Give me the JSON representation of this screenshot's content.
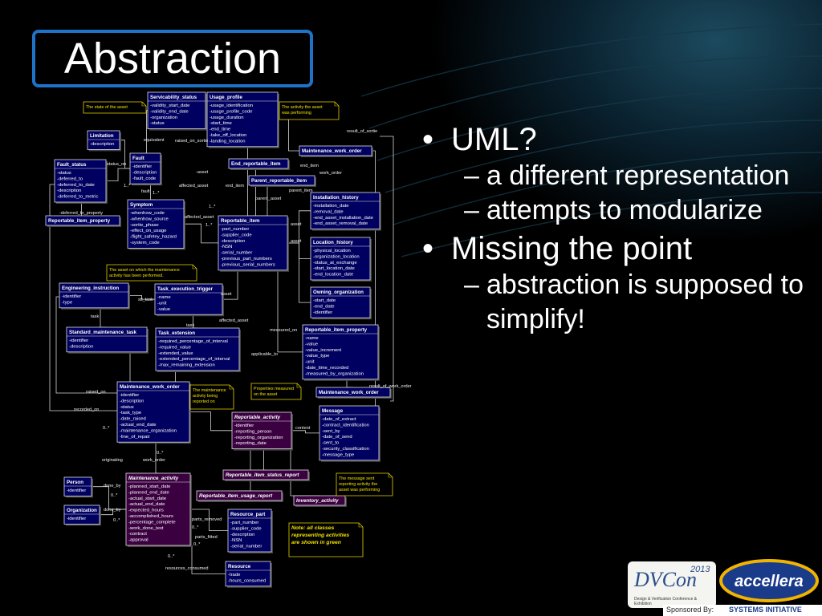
{
  "slide": {
    "title": "Abstraction",
    "bullets": [
      {
        "text": "UML?",
        "subs": [
          "a different representation",
          "attempts to modularize"
        ]
      },
      {
        "text": "Missing the point",
        "subs": [
          "abstraction is supposed to simplify!"
        ]
      }
    ]
  },
  "colors": {
    "accent": "#1e73c8",
    "background": "#000000",
    "diagram_box": "#000060",
    "purple_box": "#3a0040"
  },
  "diagram": {
    "classes": [
      {
        "id": "servicability",
        "title": "Servicability_status",
        "attrs": [
          "-validity_start_date",
          "-validity_end_date",
          "-organization",
          "-status"
        ]
      },
      {
        "id": "usage",
        "title": "Usage_profile",
        "attrs": [
          "-usage_identification",
          "-usage_profile_code",
          "-usage_duration",
          "-start_time",
          "-end_time",
          "-take_off_location",
          "-landing_location"
        ]
      },
      {
        "id": "limitation",
        "title": "Limitation",
        "attrs": [
          "-description"
        ]
      },
      {
        "id": "fault_status",
        "title": "Fault_status",
        "attrs": [
          "-status",
          "-deferred_to",
          "-deferred_to_date",
          "-description",
          "-deferred_to_metric"
        ]
      },
      {
        "id": "fault",
        "title": "Fault",
        "attrs": [
          "-identifier",
          "-description",
          "-fault_code"
        ]
      },
      {
        "id": "rip_small",
        "title": "Reportable_item_property",
        "attrs": []
      },
      {
        "id": "symptom",
        "title": "Symptom",
        "attrs": [
          "-whenhow_code",
          "-whenhow_source",
          "-sortie_phase",
          "-effect_on_usage",
          "-flight_safetey_hazard",
          "-system_code"
        ]
      },
      {
        "id": "mwo_top",
        "title": "Maintenance_work_order",
        "attrs": []
      },
      {
        "id": "end_rep",
        "title": "End_reportable_item",
        "attrs": []
      },
      {
        "id": "parent_rep",
        "title": "Parent_reportable_item",
        "attrs": []
      },
      {
        "id": "install",
        "title": "Installation_history",
        "attrs": [
          "-installation_date",
          "-removal_date",
          "-end_asset_installation_date",
          "-end_asset_removal_date"
        ]
      },
      {
        "id": "reportable",
        "title": "Reportable_item",
        "attrs": [
          "-part_number",
          "-supplier_code",
          "-description",
          "-NSN",
          "-serial_number",
          "-previous_part_numbers",
          "-previous_serial_numbers"
        ]
      },
      {
        "id": "location",
        "title": "Location_history",
        "attrs": [
          "-physical_location",
          "-organization_location",
          "-status_at_exchange",
          "-start_location_date",
          "-end_location_date"
        ]
      },
      {
        "id": "owning",
        "title": "Owning_organization",
        "attrs": [
          "-start_date",
          "-end_date",
          "-identifier"
        ]
      },
      {
        "id": "eng",
        "title": "Engineering_instruction",
        "attrs": [
          "-identifier",
          "-type"
        ]
      },
      {
        "id": "trigger",
        "title": "Task_execution_trigger",
        "attrs": [
          "-name",
          "-unit",
          "-value"
        ]
      },
      {
        "id": "std_task",
        "title": "Standard_maintenance_task",
        "attrs": [
          "-identifier",
          "-description"
        ]
      },
      {
        "id": "task_ext",
        "title": "Task_extension",
        "attrs": [
          "-required_percentage_of_interval",
          "-required_value",
          "-extended_value",
          "-extended_percentage_of_interval",
          "-max_remaining_extension"
        ]
      },
      {
        "id": "rip",
        "title": "Reportable_item_property",
        "attrs": [
          "-name",
          "-value",
          "-value_increment",
          "-value_type",
          "-unit",
          "-date_time_recorded",
          "-measured_by_organization"
        ]
      },
      {
        "id": "mwo",
        "title": "Maintenance_work_order",
        "attrs": [
          "-identifier",
          "-description",
          "-status",
          "-task_type",
          "-date_raised",
          "-actual_end_date",
          "-maintenance_organization",
          "-line_of_repair"
        ]
      },
      {
        "id": "mwo_small",
        "title": "Maintenance_work_order",
        "attrs": []
      },
      {
        "id": "rep_activity",
        "title": "Reportable_activity",
        "attrs": [
          "-identifier",
          "-reporting_person",
          "-reporting_organization",
          "-reporting_date"
        ]
      },
      {
        "id": "message",
        "title": "Message",
        "attrs": [
          "-date_of_extract",
          "-contract_identification",
          "-sent_by",
          "-date_of_send",
          "-sent_to",
          "-security_classification",
          "-message_type"
        ]
      },
      {
        "id": "status_report",
        "title": "Reportable_item_status_report",
        "attrs": []
      },
      {
        "id": "person",
        "title": "Person",
        "attrs": [
          "-identifier"
        ]
      },
      {
        "id": "maint_activity",
        "title": "Maintenance_activity",
        "attrs": [
          "-planned_start_date",
          "-planned_end_date",
          "-actual_start_date",
          "-actual_end_date",
          "-expected_hours",
          "-accomplished_hours",
          "-percentage_complete",
          "-work_done_text",
          "-contract",
          "-approval"
        ]
      },
      {
        "id": "usage_report",
        "title": "Reportable_item_usage_report",
        "attrs": []
      },
      {
        "id": "inventory",
        "title": "Inventory_activity",
        "attrs": []
      },
      {
        "id": "org",
        "title": "Organization",
        "attrs": [
          "-identifier"
        ]
      },
      {
        "id": "resource_part",
        "title": "Resource_part",
        "attrs": [
          "-part_number",
          "-supplier_code",
          "-description",
          "-NSN",
          "-serial_number"
        ]
      },
      {
        "id": "resource",
        "title": "Resource",
        "attrs": [
          "-trade",
          "-hours_consumed"
        ]
      }
    ],
    "notes": [
      {
        "id": "n1",
        "text": [
          "The state of the asset"
        ]
      },
      {
        "id": "n2",
        "text": [
          "The activity the asset",
          "was performing"
        ]
      },
      {
        "id": "n3",
        "text": [
          "The asset on which the maintenance",
          "activity has been performed."
        ]
      },
      {
        "id": "n4",
        "text": [
          "The maintenance",
          "activity being",
          "reported on"
        ]
      },
      {
        "id": "n5",
        "text": [
          "Properties measured",
          "on the asset"
        ]
      },
      {
        "id": "n6",
        "text": [
          "The message sent",
          "reporting activity the",
          "asset was performing"
        ]
      },
      {
        "id": "n7",
        "text": [
          "Note: all classes",
          "representing activities",
          "are shown in green"
        ]
      }
    ],
    "labels": [
      {
        "id": "l_result_of_sortie",
        "text": "result_of_sortie"
      },
      {
        "id": "l_equivalent",
        "text": "equivalent"
      },
      {
        "id": "l_raised_on_sortie",
        "text": "raised_on_sortie"
      },
      {
        "id": "l_status_on",
        "text": "status_on"
      },
      {
        "id": "l_asset1",
        "text": "-asset"
      },
      {
        "id": "l_end_item1",
        "text": "end_item"
      },
      {
        "id": "l_work_order1",
        "text": "work_order"
      },
      {
        "id": "l_affected_asset1",
        "text": "affected_asset"
      },
      {
        "id": "l_end_item2",
        "text": "end_item"
      },
      {
        "id": "l_parent_item",
        "text": "parent_item"
      },
      {
        "id": "l_fault",
        "text": "fault"
      },
      {
        "id": "l_parent_asset",
        "text": "parent_asset"
      },
      {
        "id": "l_1star_a",
        "text": "1..*"
      },
      {
        "id": "l_1star_b",
        "text": "1..*"
      },
      {
        "id": "l_deferred_to_property",
        "text": "-deferred_to_property"
      },
      {
        "id": "l_affected_asset2",
        "text": "affected_asset"
      },
      {
        "id": "l_1star_c",
        "text": "1..*"
      },
      {
        "id": "l_1star_d",
        "text": "1..*"
      },
      {
        "id": "l_asset2",
        "text": "asset"
      },
      {
        "id": "l_asset3",
        "text": "asset"
      },
      {
        "id": "l_stl_task",
        "text": "stl_task"
      },
      {
        "id": "l_asset4",
        "text": "asset"
      },
      {
        "id": "l_task1",
        "text": "task"
      },
      {
        "id": "l_task2",
        "text": "task"
      },
      {
        "id": "l_affected_asset3",
        "text": "affected_asset"
      },
      {
        "id": "l_measured_on",
        "text": "measured_on"
      },
      {
        "id": "l_applicable_to",
        "text": "applicable_to"
      },
      {
        "id": "l_raised_on",
        "text": "raised_on"
      },
      {
        "id": "l_recorded_on",
        "text": "recorded_on"
      },
      {
        "id": "l_result_of_work_order",
        "text": "result_of_work_order"
      },
      {
        "id": "l_content",
        "text": "content"
      },
      {
        "id": "l_0star_a",
        "text": "0..*"
      },
      {
        "id": "l_0star_b",
        "text": "0..*"
      },
      {
        "id": "l_originating",
        "text": "originating"
      },
      {
        "id": "l_work_order2",
        "text": "work_order"
      },
      {
        "id": "l_done_by1",
        "text": "done_by"
      },
      {
        "id": "l_0star_c",
        "text": "0..*"
      },
      {
        "id": "l_done_by2",
        "text": "done_by"
      },
      {
        "id": "l_0star_d",
        "text": "0..*"
      },
      {
        "id": "l_parts_removed",
        "text": "parts_removed"
      },
      {
        "id": "l_0star_e",
        "text": "0..*"
      },
      {
        "id": "l_parts_fitted",
        "text": "parts_fitted"
      },
      {
        "id": "l_0star_f",
        "text": "0..*"
      },
      {
        "id": "l_0star_g",
        "text": "0..*"
      },
      {
        "id": "l_resources_consumed",
        "text": "resources_consumed"
      }
    ]
  },
  "logos": {
    "dvcon": "DVCon",
    "dvcon_year": "2013",
    "dvcon_tagline": "Design & Verification Conference & Exhibition",
    "accellera": "accellera",
    "sponsored_by": "Sponsored By:",
    "systems_initiative": "SYSTEMS INITIATIVE"
  }
}
